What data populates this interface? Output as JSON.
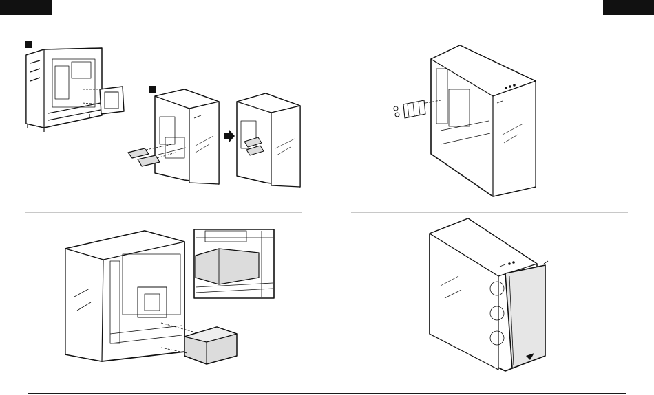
{
  "page": {
    "background": "#ffffff",
    "ink": "#111111",
    "rule_color": "#c8c8c8",
    "panel_fill": "#e6e6e6",
    "box_fill": "#dcdcdc"
  },
  "steps": [
    {
      "icon": "psu-shroud-remove",
      "substeps": 2
    },
    {
      "icon": "expansion-slot-covers"
    },
    {
      "icon": "power-supply-install"
    },
    {
      "icon": "side-panel-install"
    }
  ]
}
